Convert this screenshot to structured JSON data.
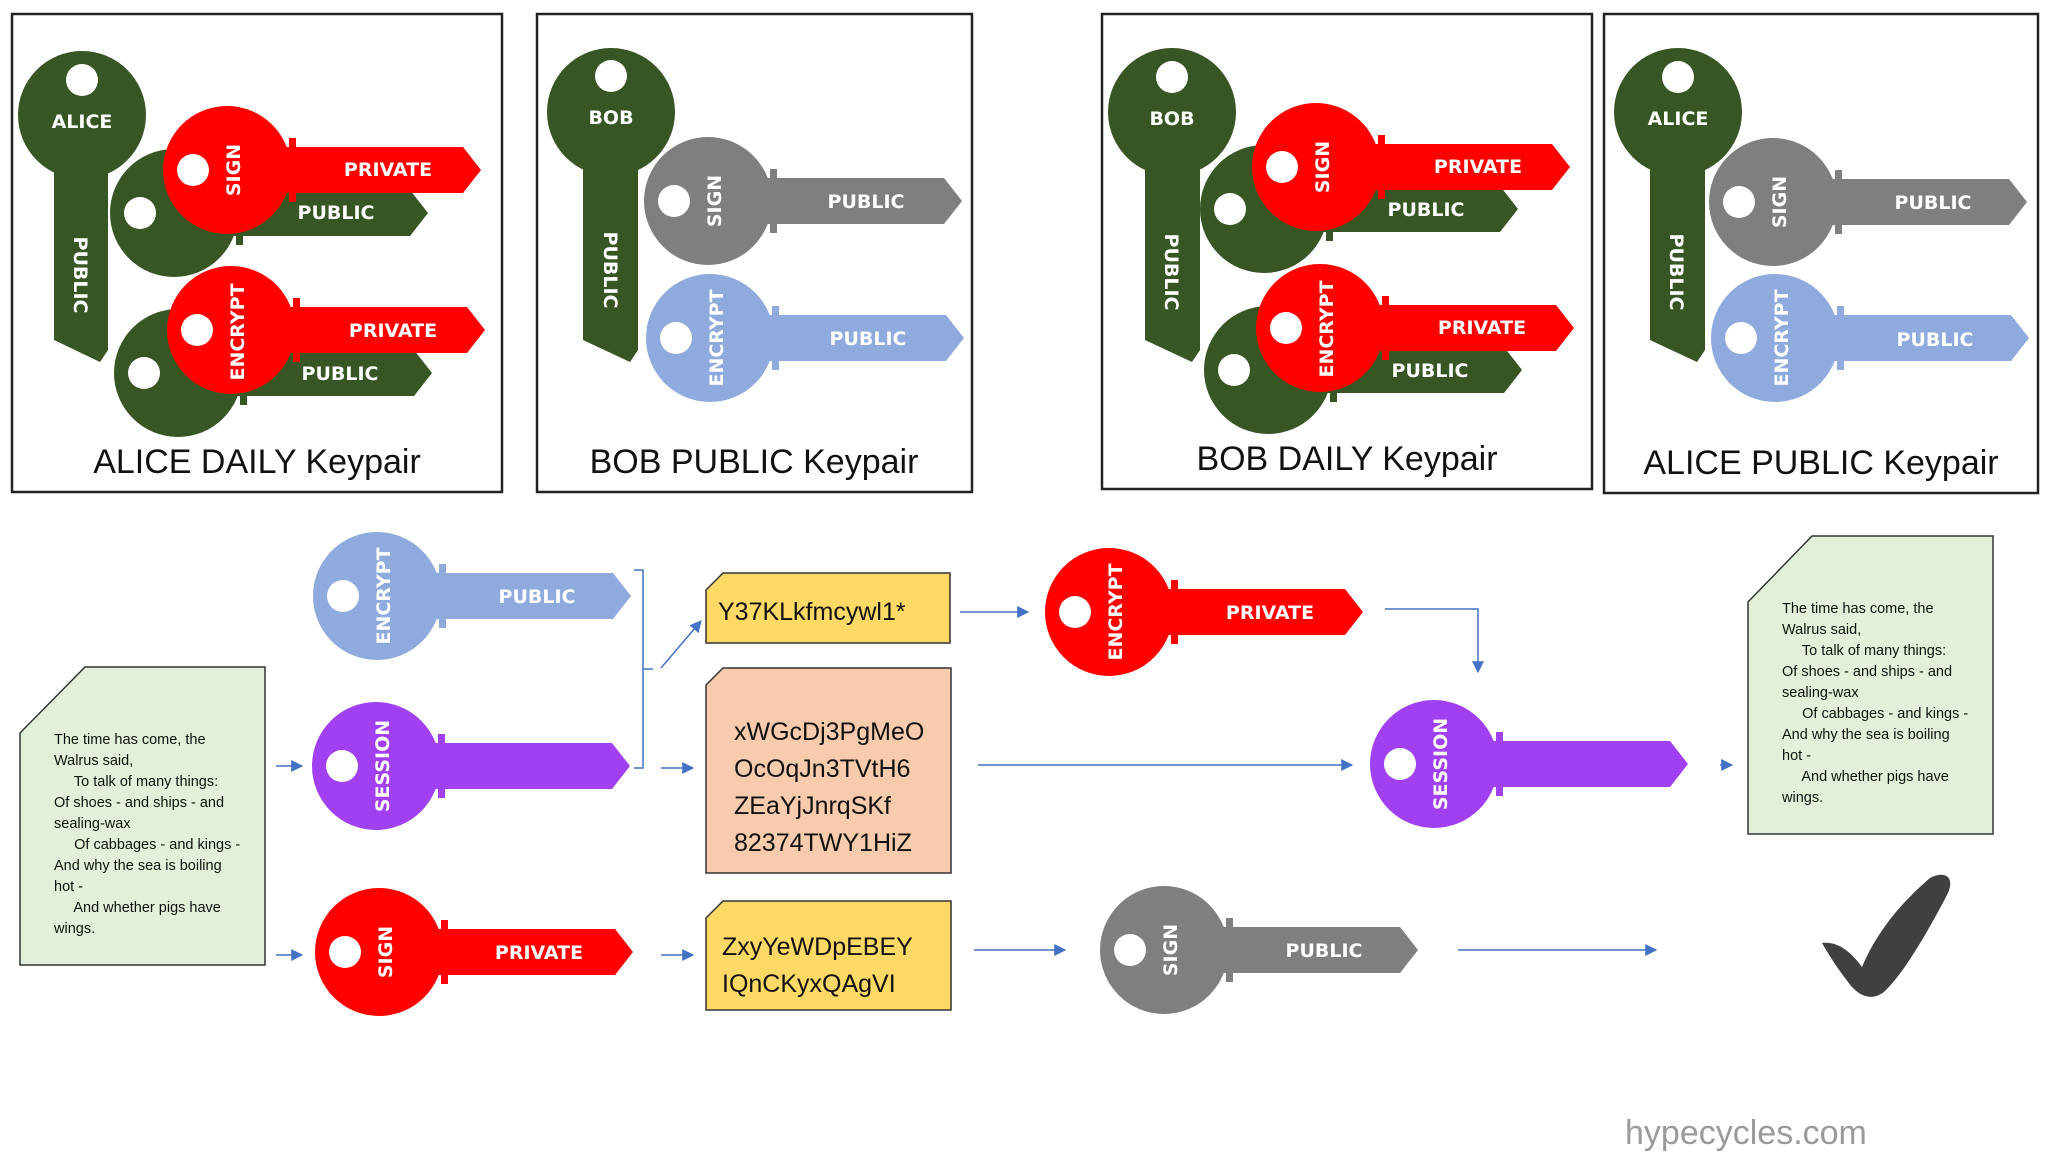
{
  "colors": {
    "dark_green": "#375623",
    "red": "#ff0000",
    "gray": "#7f7f7f",
    "light_blue": "#8faadc",
    "purple": "#a040f0",
    "note_green": "#e2f0d9",
    "yellow": "#ffd966",
    "peach": "#f8cbad",
    "arrow_blue": "#4472c4",
    "check": "#404040"
  },
  "panels": [
    {
      "title": "ALICE DAILY Keypair"
    },
    {
      "title": "BOB PUBLIC Keypair"
    },
    {
      "title": "BOB DAILY Keypair"
    },
    {
      "title": "ALICE PUBLIC Keypair"
    }
  ],
  "labels": {
    "alice": "ALICE",
    "bob": "BOB",
    "public": "PUBLIC",
    "private": "PRIVATE",
    "sign": "SIGN",
    "encrypt": "ENCRYPT",
    "session": "SESSION"
  },
  "message_lines": [
    "The time has come, the",
    "Walrus said,",
    "     To talk of many things:",
    "Of shoes - and ships - and",
    "sealing-wax",
    "     Of cabbages - and kings -",
    "And why the sea is boiling",
    "hot -",
    "     And whether pigs have",
    "wings."
  ],
  "ciphertexts": {
    "encrypted_session_key": [
      "Y37KLkfmcywl1*"
    ],
    "encrypted_message": [
      "xWGcDj3PgMeO",
      "OcOqJn3TVtH6",
      "ZEaYjJnrqSKf",
      "82374TWY1HiZ"
    ],
    "signature": [
      "ZxyYeWDpEBEY",
      "IQnCKyxQAgVI"
    ]
  },
  "verified_icon": "checkmark-icon",
  "footer": "hypecycles.com"
}
